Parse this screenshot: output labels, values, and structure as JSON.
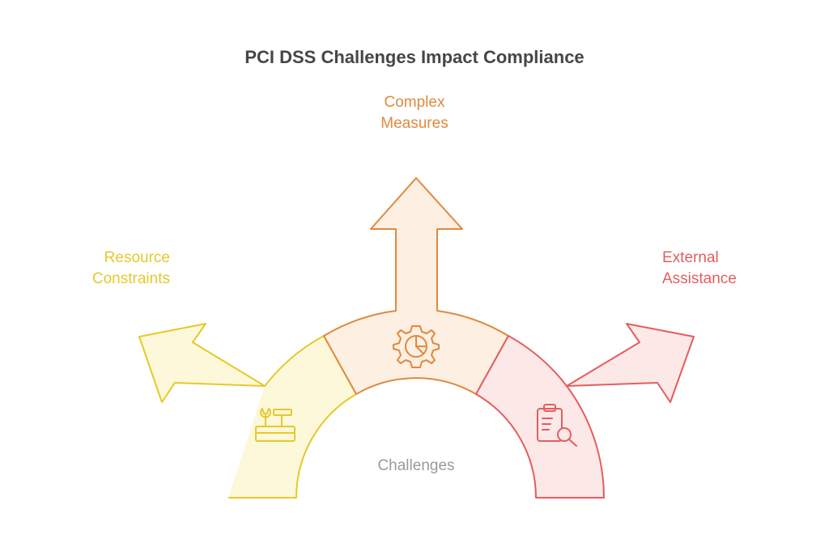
{
  "title": "PCI DSS Challenges Impact Compliance",
  "center_label": "Challenges",
  "branches": [
    {
      "key": "resource",
      "line1": "Resource",
      "line2": "Constraints",
      "icon": "toolbox-icon",
      "color": "#e5c92b",
      "fill": "#fdf8d9"
    },
    {
      "key": "complex",
      "line1": "Complex",
      "line2": "Measures",
      "icon": "gear-chart-icon",
      "color": "#e0893f",
      "fill": "#fdefe2"
    },
    {
      "key": "external",
      "line1": "External",
      "line2": "Assistance",
      "icon": "clipboard-search-icon",
      "color": "#e35e5e",
      "fill": "#fde8e8"
    }
  ]
}
